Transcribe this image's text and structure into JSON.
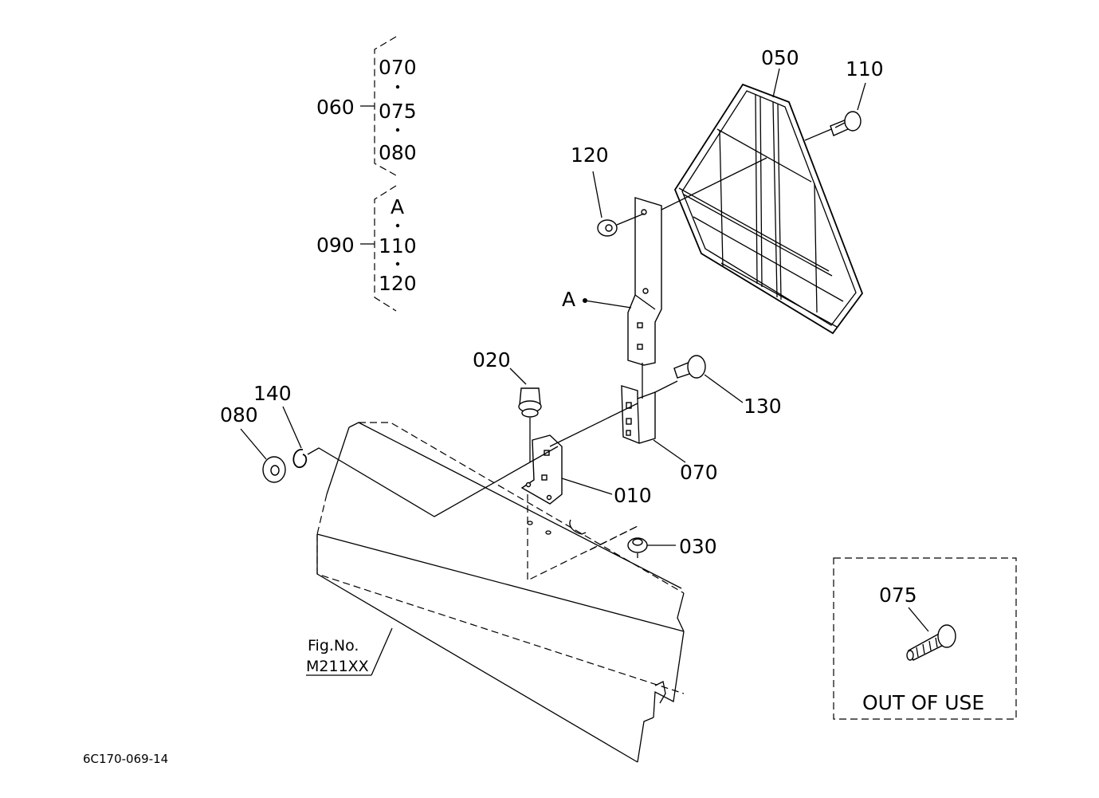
{
  "callouts": {
    "c050": "050",
    "c110": "110",
    "c120": "120",
    "cA": "A",
    "c020": "020",
    "c140": "140",
    "c080": "080",
    "c130": "130",
    "c070": "070",
    "c010": "010",
    "c030": "030"
  },
  "group_060": {
    "parent": "060",
    "items": [
      "070",
      "075",
      "080"
    ]
  },
  "group_090": {
    "parent": "090",
    "items": [
      "A",
      "110",
      "120"
    ]
  },
  "figure_reference": {
    "line1": "Fig.No.",
    "line2": "M211XX"
  },
  "out_of_use_box": {
    "part": "075",
    "note": "OUT OF USE"
  },
  "drawing_id": "6C170-069-14"
}
